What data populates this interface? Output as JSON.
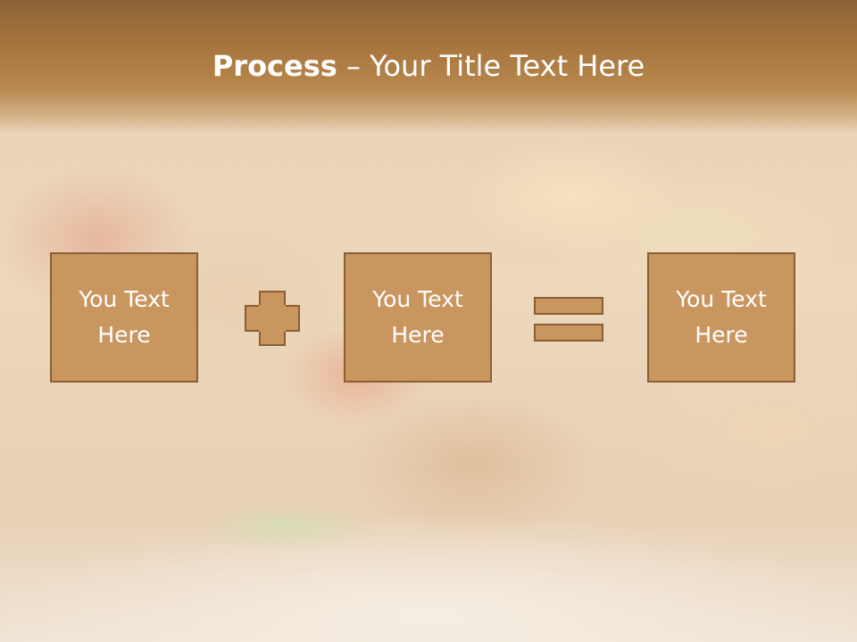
{
  "slide": {
    "title_bold": "Process",
    "title_rest": " – Your Title Text Here",
    "boxes": [
      {
        "line1": "You Text",
        "line2": "Here"
      },
      {
        "line1": "You Text",
        "line2": "Here"
      },
      {
        "line1": "You Text",
        "line2": "Here"
      }
    ],
    "operators": [
      "plus-icon",
      "equals-icon"
    ],
    "colors": {
      "header": "#a9773f",
      "box_fill": "#c99660",
      "box_border": "#8b5e33",
      "text": "#ffffff"
    }
  }
}
